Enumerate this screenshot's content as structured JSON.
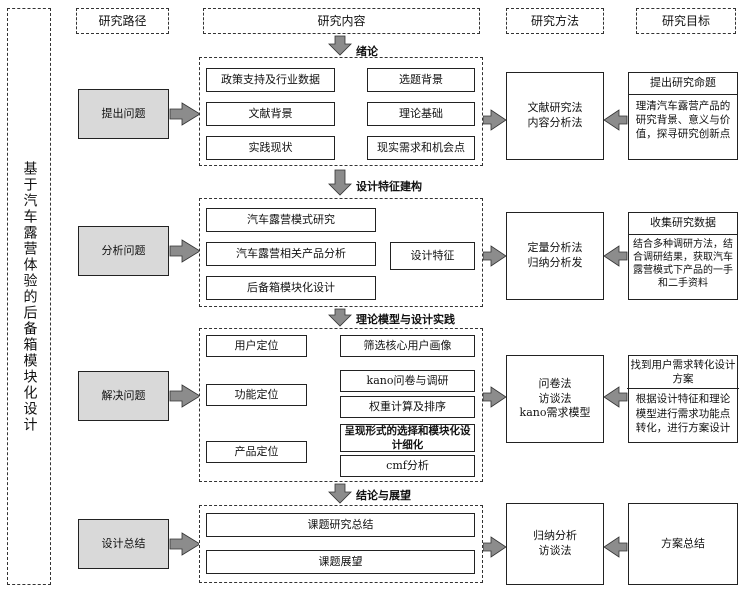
{
  "headers": {
    "path": "研究路径",
    "content": "研究内容",
    "method": "研究方法",
    "goal": "研究目标"
  },
  "side_title": "基于汽车露营体验的后备箱模块化设计",
  "stage_labels": {
    "s1": "绪论",
    "s2": "设计特征建构",
    "s3": "理论模型与设计实践",
    "s4": "结论与展望"
  },
  "paths": {
    "p1": "提出问题",
    "p2": "分析问题",
    "p3": "解决问题",
    "p4": "设计总结"
  },
  "section1": {
    "left": [
      "政策支持及行业数据",
      "文献背景",
      "实践现状"
    ],
    "right": [
      "选题背景",
      "理论基础",
      "现实需求和机会点"
    ]
  },
  "section2": {
    "left": [
      "汽车露营模式研究",
      "汽车露营相关产品分析",
      "后备箱模块化设计"
    ],
    "right": "设计特征"
  },
  "section3": {
    "user": "用户定位",
    "user_result": "筛选核心用户画像",
    "func": "功能定位",
    "func_results": [
      "kano问卷与调研",
      "权重计算及排序"
    ],
    "product": "产品定位",
    "product_results": [
      "呈现形式的选择和模块化设计细化",
      "cmf分析"
    ]
  },
  "section4": {
    "items": [
      "课题研究总结",
      "课题展望"
    ]
  },
  "methods": {
    "m1": "文献研究法\n内容分析法",
    "m2": "定量分析法\n归纳分析发",
    "m3": "问卷法\n访谈法\nkano需求模型",
    "m4": "归纳分析\n访谈法"
  },
  "goals": {
    "g1_title": "提出研究命题",
    "g1_text": "理清汽车露营产品的研究背景、意义与价值，探寻研究创新点",
    "g2_title": "收集研究数据",
    "g2_text": "结合多种调研方法，结合调研结果，获取汽车露营模式下产品的一手和二手资料",
    "g3_title": "找到用户需求转化设计方案",
    "g3_text": "根据设计特征和理论模型进行需求功能点转化，进行方案设计",
    "g4_text": "方案总结"
  },
  "colors": {
    "path_fill": "#d9d9d9",
    "arrow": "#8c8c8c"
  }
}
